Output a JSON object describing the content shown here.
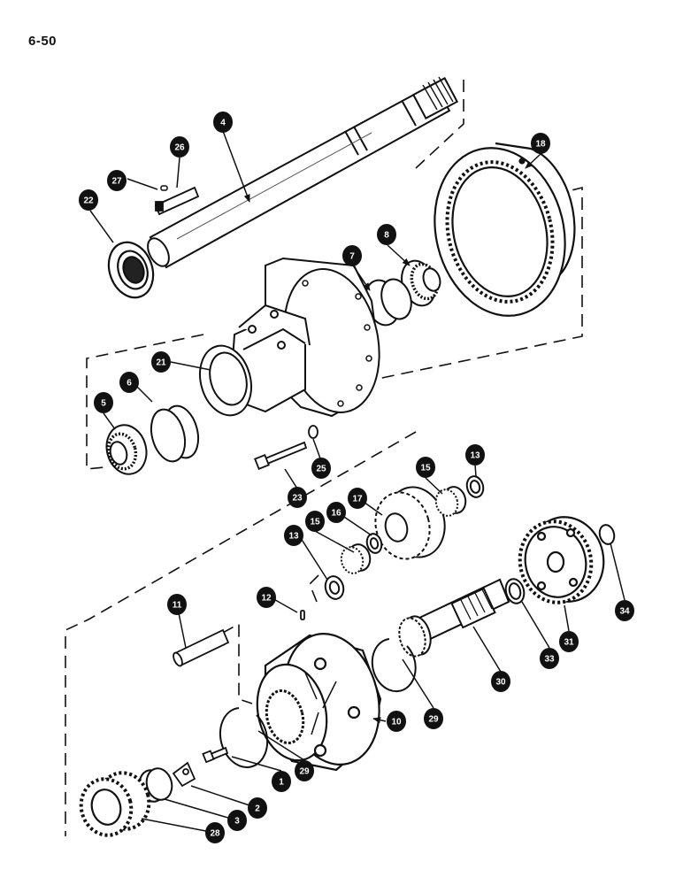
{
  "page_number": "6-50",
  "callouts": [
    {
      "id": "c4",
      "label": "4"
    },
    {
      "id": "c26",
      "label": "26"
    },
    {
      "id": "c27",
      "label": "27"
    },
    {
      "id": "c22",
      "label": "22"
    },
    {
      "id": "c18",
      "label": "18"
    },
    {
      "id": "c8",
      "label": "8"
    },
    {
      "id": "c7",
      "label": "7"
    },
    {
      "id": "c21",
      "label": "21"
    },
    {
      "id": "c6",
      "label": "6"
    },
    {
      "id": "c5",
      "label": "5"
    },
    {
      "id": "c25",
      "label": "25"
    },
    {
      "id": "c23",
      "label": "23"
    },
    {
      "id": "c13a",
      "label": "13"
    },
    {
      "id": "c15a",
      "label": "15"
    },
    {
      "id": "c17",
      "label": "17"
    },
    {
      "id": "c15b",
      "label": "15"
    },
    {
      "id": "c16",
      "label": "16"
    },
    {
      "id": "c13b",
      "label": "13"
    },
    {
      "id": "c11",
      "label": "11"
    },
    {
      "id": "c12",
      "label": "12"
    },
    {
      "id": "c29a",
      "label": "29"
    },
    {
      "id": "c30",
      "label": "30"
    },
    {
      "id": "c33",
      "label": "33"
    },
    {
      "id": "c31",
      "label": "31"
    },
    {
      "id": "c34",
      "label": "34"
    },
    {
      "id": "c10",
      "label": "10"
    },
    {
      "id": "c29b",
      "label": "29"
    },
    {
      "id": "c1",
      "label": "1"
    },
    {
      "id": "c2",
      "label": "2"
    },
    {
      "id": "c3",
      "label": "3"
    },
    {
      "id": "c28",
      "label": "28"
    }
  ]
}
